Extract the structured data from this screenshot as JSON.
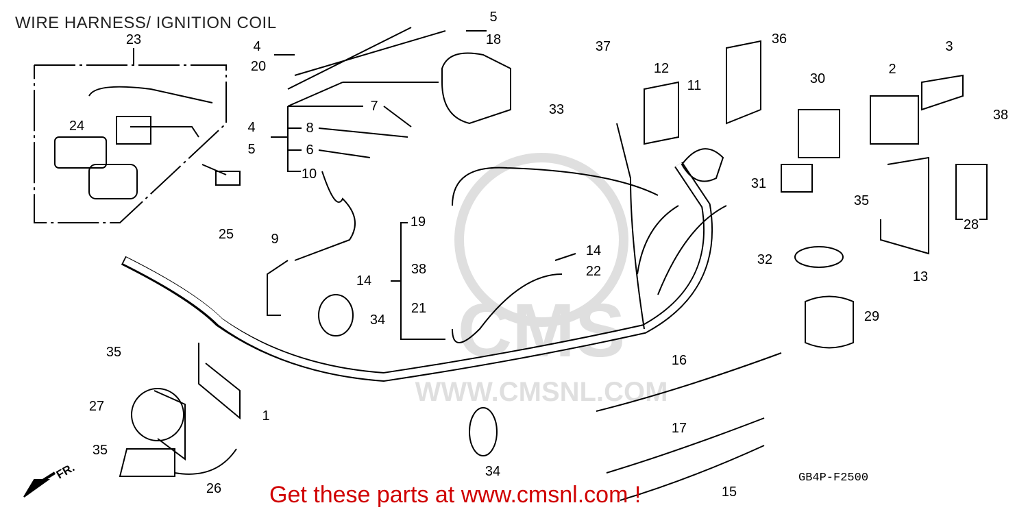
{
  "title": "WIRE HARNESS/ IGNITION COIL",
  "diagram_code": "GB4P-F2500",
  "promo_text": "Get these parts at www.cmsnl.com !",
  "front_arrow_label": "FR.",
  "watermark_text": "CMS",
  "watermark_url": "WWW.CMSNL.COM",
  "callouts": [
    "23",
    "4",
    "20",
    "5",
    "18",
    "37",
    "12",
    "36",
    "3",
    "11",
    "30",
    "2",
    "38",
    "7",
    "33",
    "24",
    "4",
    "8",
    "5",
    "6",
    "10",
    "31",
    "35",
    "28",
    "25",
    "19",
    "9",
    "14",
    "38",
    "22",
    "14",
    "32",
    "13",
    "21",
    "34",
    "29",
    "35",
    "16",
    "27",
    "1",
    "17",
    "35",
    "34",
    "26",
    "15"
  ],
  "colors": {
    "promo": "#d00000",
    "line": "#000000"
  }
}
